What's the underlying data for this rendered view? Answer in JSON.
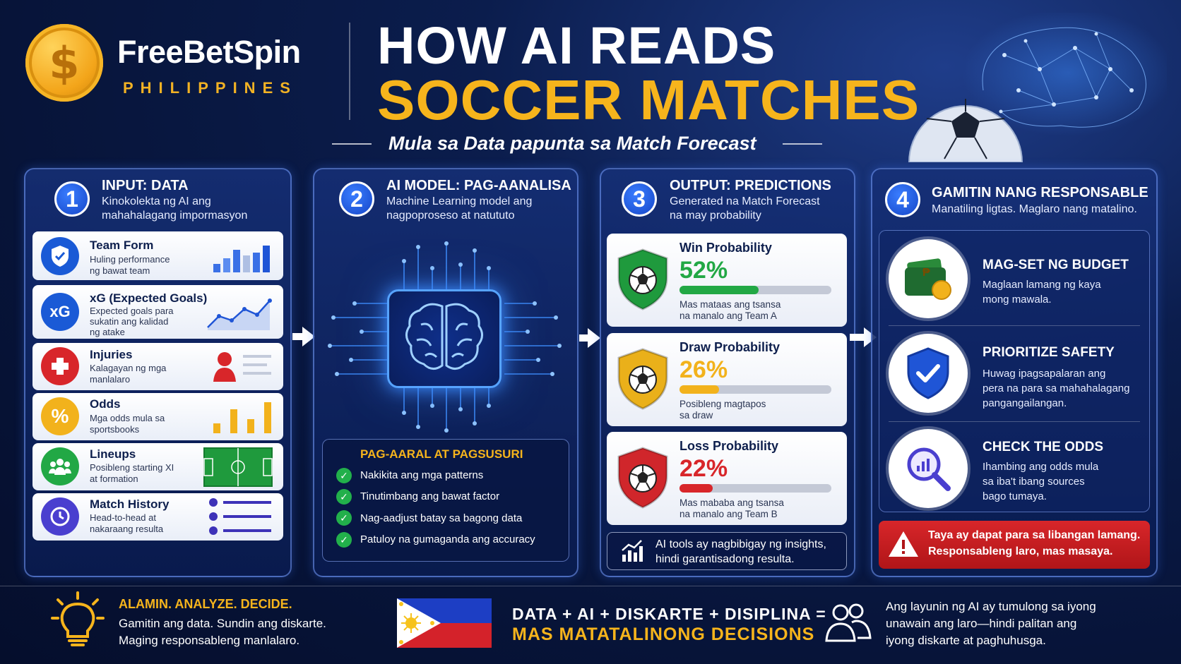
{
  "brand": {
    "name": "FreeBetSpin",
    "sub": "PHILIPPINES",
    "coin_symbol": "$"
  },
  "header": {
    "title_line1": "HOW AI READS",
    "title_line2": "SOCCER MATCHES",
    "subtitle": "Mula sa Data papunta sa Match Forecast"
  },
  "colors": {
    "accent": "#f6b41c",
    "blue": "#1546c8",
    "green": "#22b04b",
    "red": "#d8262a"
  },
  "col1": {
    "number": "1",
    "title": "INPUT: DATA",
    "desc_1": "Kinokolekta ng AI ang",
    "desc_2": "mahahalagang impormasyon",
    "cards": [
      {
        "title": "Team Form",
        "desc_1": "Huling performance",
        "desc_2": "ng bawat team",
        "desc_3": "",
        "icon": "shield-check-icon"
      },
      {
        "title": "xG (Expected Goals)",
        "desc_1": "Expected goals para",
        "desc_2": "sukatin ang kalidad",
        "desc_3": "ng atake",
        "icon": "xg-icon",
        "icon_text": "xG"
      },
      {
        "title": "Injuries",
        "desc_1": "Kalagayan ng mga",
        "desc_2": "manlalaro",
        "desc_3": "",
        "icon": "medical-cross-icon"
      },
      {
        "title": "Odds",
        "desc_1": "Mga odds mula sa",
        "desc_2": "sportsbooks",
        "desc_3": "",
        "icon": "percent-icon",
        "icon_text": "%"
      },
      {
        "title": "Lineups",
        "desc_1": "Posibleng starting XI",
        "desc_2": "at formation",
        "desc_3": "",
        "icon": "team-icon"
      },
      {
        "title": "Match History",
        "desc_1": "Head-to-head at",
        "desc_2": "nakaraang resulta",
        "desc_3": "",
        "icon": "history-clock-icon"
      }
    ]
  },
  "col2": {
    "number": "2",
    "title": "AI MODEL: PAG-AANALISA",
    "desc_1": "Machine Learning model ang",
    "desc_2": "nagpoproseso at natututo",
    "study_title": "PAG-AARAL AT PAGSUSURI",
    "study_items": [
      "Nakikita ang mga patterns",
      "Tinutimbang ang bawat factor",
      "Nag-aadjust batay sa bagong data",
      "Patuloy na gumaganda ang accuracy"
    ]
  },
  "col3": {
    "number": "3",
    "title": "OUTPUT: PREDICTIONS",
    "desc_1": "Generated na Match Forecast",
    "desc_2": "na may probability",
    "predictions": [
      {
        "title": "Win Probability",
        "value": "52%",
        "fraction": 0.52,
        "color": "#22a845",
        "shield": "#1f9a3d",
        "desc_1": "Mas mataas ang tsansa",
        "desc_2": "na manalo ang Team A"
      },
      {
        "title": "Draw Probability",
        "value": "26%",
        "fraction": 0.26,
        "color": "#f2b21c",
        "shield": "#eab01a",
        "desc_1": "Posibleng magtapos",
        "desc_2": "sa draw"
      },
      {
        "title": "Loss Probability",
        "value": "22%",
        "fraction": 0.22,
        "color": "#d8262a",
        "shield": "#d0262b",
        "desc_1": "Mas mababa ang tsansa",
        "desc_2": "na manalo ang Team B"
      }
    ],
    "note_1": "AI tools ay nagbibigay ng insights,",
    "note_2": "hindi garantisadong resulta."
  },
  "col4": {
    "number": "4",
    "title": "GAMITIN NANG RESPONSABLE",
    "desc": "Manatiling ligtas. Maglaro nang matalino.",
    "tips": [
      {
        "title": "MAG-SET NG BUDGET",
        "desc_1": "Maglaan lamang ng kaya",
        "desc_2": "mong mawala.",
        "desc_3": "",
        "icon": "wallet-icon",
        "icon_text": "₱"
      },
      {
        "title": "PRIORITIZE SAFETY",
        "desc_1": "Huwag ipagsapalaran ang",
        "desc_2": "pera na para sa mahahalagang",
        "desc_3": "pangangailangan.",
        "icon": "safety-shield-icon"
      },
      {
        "title": "CHECK THE ODDS",
        "desc_1": "Ihambing ang odds mula",
        "desc_2": "sa iba't ibang sources",
        "desc_3": "bago tumaya.",
        "icon": "magnifier-chart-icon"
      }
    ],
    "warn_1": "Taya ay dapat para sa libangan lamang.",
    "warn_2": "Responsableng laro, mas masaya."
  },
  "footer": {
    "left_title": "ALAMIN. ANALYZE. DECIDE.",
    "left_1": "Gamitin ang data. Sundin ang diskarte.",
    "left_2": "Maging responsableng manlalaro.",
    "eq_1": "DATA + AI + DISKARTE + DISIPLINA =",
    "eq_2": "MAS MATATALINONG DECISIONS",
    "right_1": "Ang layunin ng AI ay tumulong sa iyong",
    "right_2": "unawain ang laro—hindi palitan ang",
    "right_3": "iyong diskarte at paghuhusga."
  }
}
